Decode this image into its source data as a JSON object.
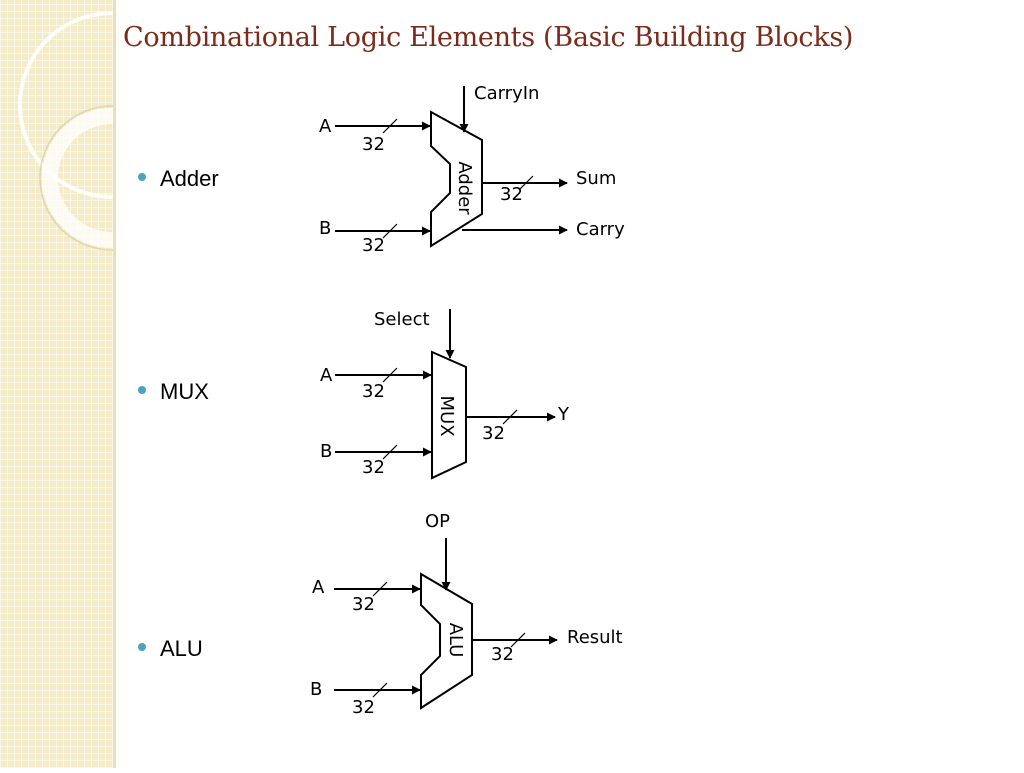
{
  "title": "Combinational Logic Elements (Basic Building Blocks)",
  "bullets": [
    "Adder",
    "MUX",
    "ALU"
  ],
  "adder": {
    "block": "Adder",
    "carry_in": "CarryIn",
    "input_a": "A",
    "input_b": "B",
    "width_a": "32",
    "width_b": "32",
    "output_sum": "Sum",
    "width_sum": "32",
    "output_carry": "Carry"
  },
  "mux": {
    "block": "MUX",
    "select": "Select",
    "input_a": "A",
    "input_b": "B",
    "width_a": "32",
    "width_b": "32",
    "output": "Y",
    "width_out": "32"
  },
  "alu": {
    "block": "ALU",
    "op": "OP",
    "input_a": "A",
    "input_b": "B",
    "width_a": "32",
    "width_b": "32",
    "output": "Result",
    "width_out": "32"
  },
  "colors": {
    "title": "#7a2b1a",
    "bullet": "#4aa3bf",
    "sidebar": "#f4ecc8"
  }
}
